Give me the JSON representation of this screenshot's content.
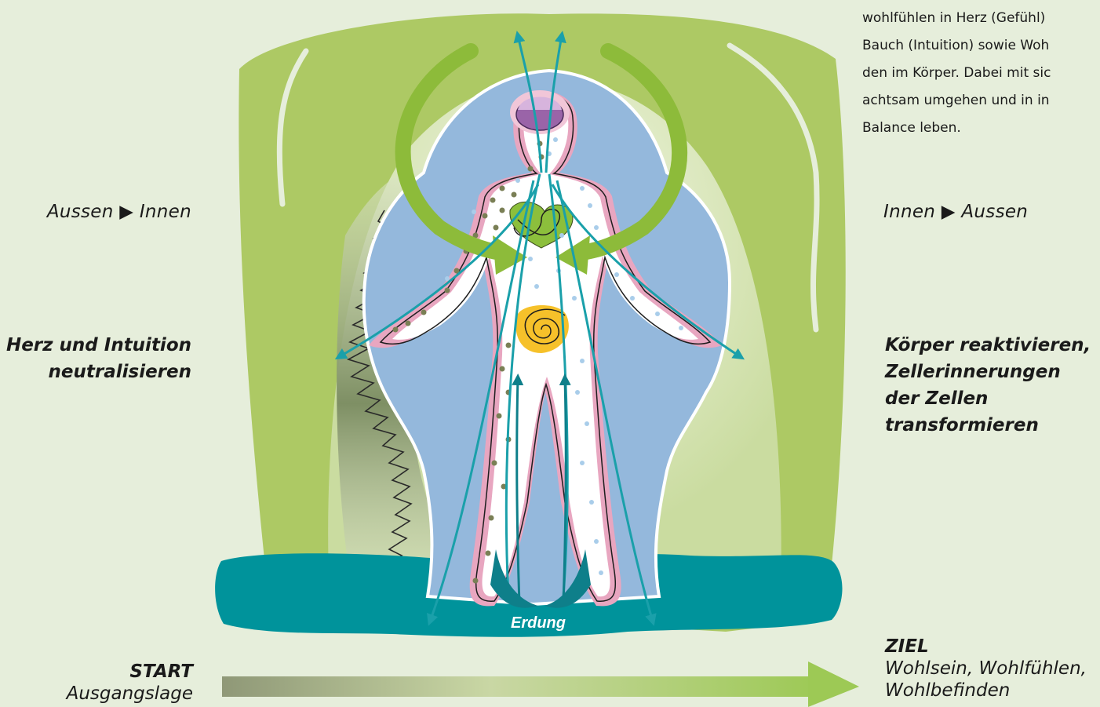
{
  "left": {
    "direction": "Aussen ▶ Innen",
    "heading_line1": "Herz und Intuition",
    "heading_line2": "neutralisieren",
    "start_title": "START",
    "start_subtitle": "Ausgangslage"
  },
  "right": {
    "description_lines": [
      "wohlfühlen in Herz (Gefühl)",
      "Bauch (Intuition) sowie Woh",
      "den im Körper. Dabei mit sic",
      "achtsam umgehen und in in",
      "Balance leben."
    ],
    "direction": "Innen ▶ Aussen",
    "heading_lines": [
      "Körper reaktivieren,",
      "Zellerinnerungen",
      "der Zellen",
      "transformieren"
    ],
    "goal_title": "ZIEL",
    "goal_lines": [
      "Wohlsein, Wohlfühlen,",
      "Wohlbefinden"
    ]
  },
  "figure": {
    "grounding_label": "Erdung"
  },
  "colors": {
    "background": "#e6eedb",
    "aura_green": "#adc964",
    "arrow_green": "#8dbb3a",
    "body_blue": "#94b8dc",
    "ground_teal": "#00939b",
    "meridian_teal": "#1aa0aa",
    "skin_pink": "#e8a6c0",
    "brain_purple": "#9a64a8",
    "heart_green": "#8cbf3c",
    "belly_yellow": "#f6c12a",
    "dot_olive": "#7a7f55",
    "dot_blue": "#a9cdea"
  }
}
